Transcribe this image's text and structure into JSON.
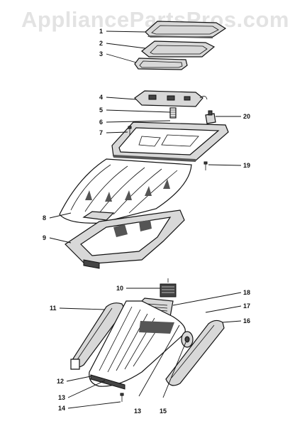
{
  "watermark": "AppliancePartsPros.com",
  "callouts": [
    {
      "label": "1"
    },
    {
      "label": "2"
    },
    {
      "label": "3"
    },
    {
      "label": "4"
    },
    {
      "label": "5"
    },
    {
      "label": "6"
    },
    {
      "label": "7"
    },
    {
      "label": "8"
    },
    {
      "label": "9"
    },
    {
      "label": "10"
    },
    {
      "label": "11"
    },
    {
      "label": "12"
    },
    {
      "label": "13"
    },
    {
      "label": "14"
    },
    {
      "label": "13"
    },
    {
      "label": "15"
    },
    {
      "label": "16"
    },
    {
      "label": "17"
    },
    {
      "label": "18"
    },
    {
      "label": "19"
    },
    {
      "label": "20"
    }
  ]
}
